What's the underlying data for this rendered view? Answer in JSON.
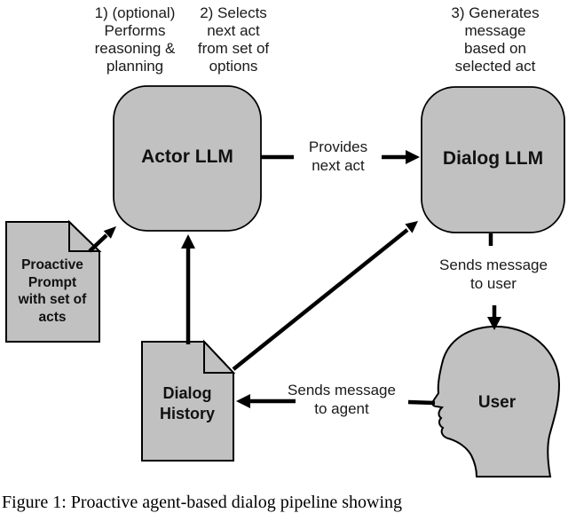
{
  "notes": {
    "step1": "1) (optional)\nPerforms\nreasoning &\nplanning",
    "step2": "2) Selects\nnext act\nfrom set of\noptions",
    "step3": "3) Generates\nmessage\nbased on\nselected act"
  },
  "nodes": {
    "actor_llm": {
      "label": "Actor LLM"
    },
    "dialog_llm": {
      "label": "Dialog LLM"
    },
    "proactive_prompt": {
      "label": "Proactive\nPrompt\nwith set of\nacts"
    },
    "dialog_history": {
      "label": "Dialog\nHistory"
    },
    "user": {
      "label": "User"
    }
  },
  "edges": {
    "provides_next_act": "Provides\nnext act",
    "sends_message_to_user": "Sends message\nto user",
    "sends_message_to_agent": "Sends message\nto agent"
  },
  "caption": "Figure 1: Proactive agent-based dialog pipeline showing",
  "colors": {
    "node_fill": "#c1c1c1",
    "outline": "#000000",
    "arrow": "#000000",
    "background": "#ffffff"
  }
}
